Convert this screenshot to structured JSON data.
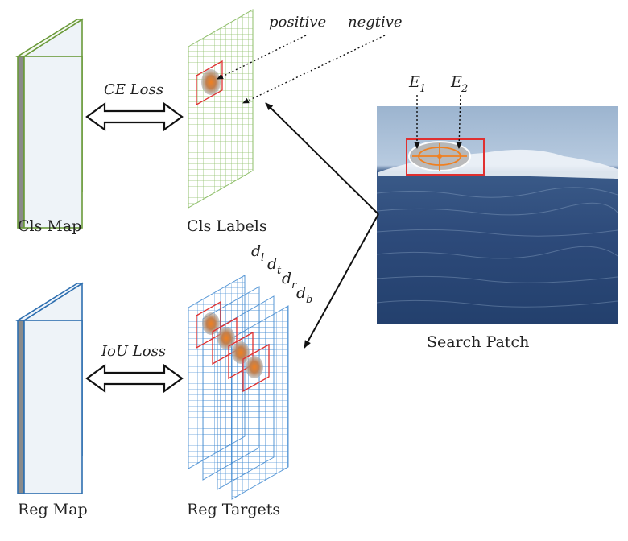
{
  "labels": {
    "cls_map": "Cls Map",
    "cls_labels": "Cls Labels",
    "reg_map": "Reg Map",
    "reg_targets": "Reg Targets",
    "search_patch": "Search Patch",
    "ce_loss": "CE Loss",
    "iou_loss": "IoU Loss",
    "positive": "positive",
    "negative": "negtive",
    "e1": "E",
    "e1_sub": "1",
    "e2": "E",
    "e2_sub": "2",
    "dl": "d",
    "dl_sub": "l",
    "dt": "d",
    "dt_sub": "t",
    "dr": "d",
    "dr_sub": "r",
    "db": "d",
    "db_sub": "b"
  },
  "colors": {
    "cls_map_edge": "#6a9a3a",
    "cls_grid": "#8fbf6a",
    "reg_map_edge": "#2e6fb0",
    "reg_grid": "#3a86d0",
    "map_face": "#eef3f8",
    "map_side": "#888888",
    "box_red": "#e03030",
    "target_orange": "#f08020",
    "sea": "#2a4a78",
    "sky": "#9fb7d3"
  }
}
